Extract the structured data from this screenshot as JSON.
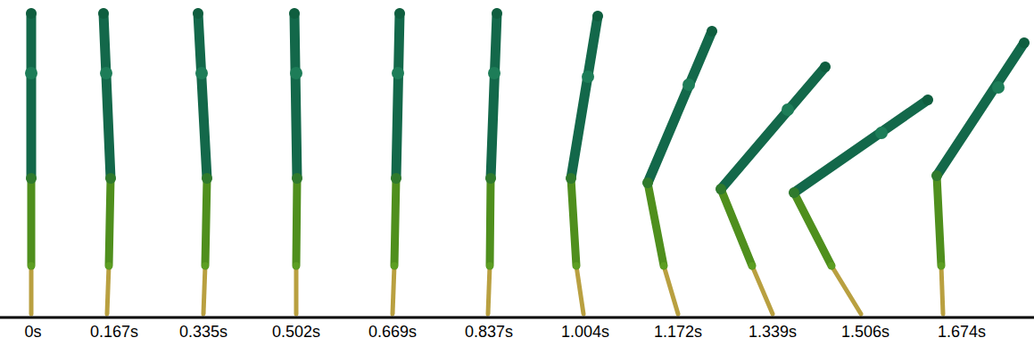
{
  "diagram": {
    "labels": [
      "0s",
      "0.167s",
      "0.335s",
      "0.502s",
      "0.669s",
      "0.837s",
      "1.004s",
      "1.172s",
      "1.339s",
      "1.506s",
      "1.674s"
    ]
  }
}
